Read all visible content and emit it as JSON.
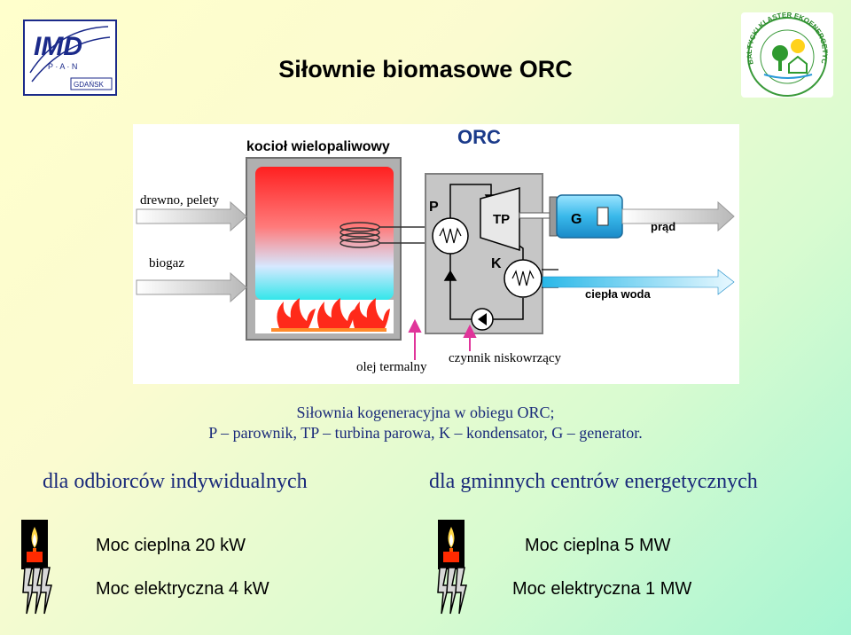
{
  "title": "Siłownie biomasowe ORC",
  "logos": {
    "left": {
      "name": "imd-pan-gdansk-logo",
      "text": [
        "IMD",
        "P A N",
        "GDAŃSK"
      ]
    },
    "right": {
      "name": "baltycki-klaster-ekoenergetyczny-logo",
      "text": "BAŁTYCKI KLASTER EKOENERGETYCZNY"
    }
  },
  "diagram": {
    "boiler_label": "kocioł wielopaliwowy",
    "orc_label": "ORC",
    "inputs": [
      "drewno, pelety",
      "biogaz"
    ],
    "P": "P",
    "TP": "TP",
    "K": "K",
    "G": "G",
    "outputs": [
      "prąd",
      "ciepła woda"
    ],
    "bottom_labels": [
      "olej termalny",
      "czynnik niskowrzący"
    ]
  },
  "caption": {
    "line1": "Siłownia kogeneracyjna w obiegu ORC;",
    "line2": "P – parownik, TP – turbina parowa, K – kondensator, G – generator."
  },
  "columns": [
    {
      "heading": "dla odbiorców indywidualnych",
      "heat": "Moc cieplna 20 kW",
      "electric": "Moc elektryczna 4 kW"
    },
    {
      "heading": "dla gminnych centrów energetycznych",
      "heat": "Moc cieplna 5 MW",
      "electric": "Moc elektryczna 1 MW"
    }
  ],
  "colors": {
    "caption_text": "#1a2a7a",
    "flame": "#ff2a1a",
    "heat_arrow": "#2ab8e8",
    "oil_arrow": "#e0359a"
  }
}
